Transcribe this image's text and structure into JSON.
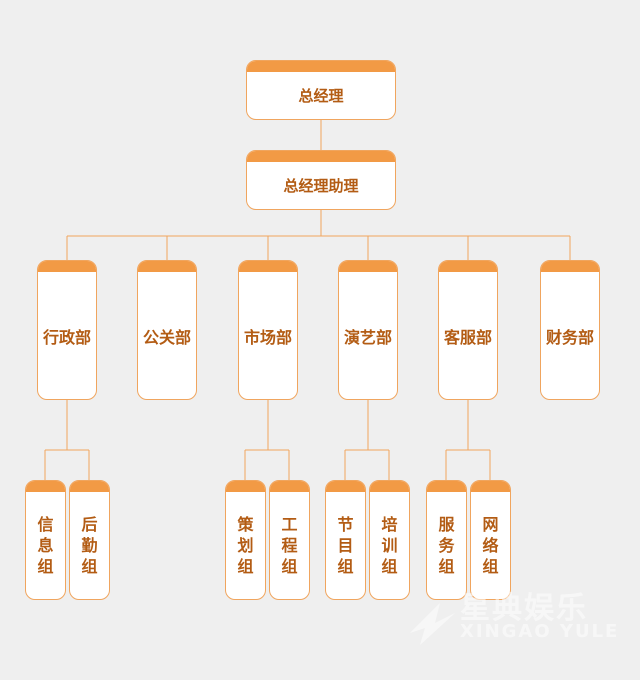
{
  "top": "总经理",
  "assistant": "总经理助理",
  "departments": [
    {
      "id": "admin",
      "label": "行政部",
      "groups": [
        "信息组",
        "后勤组"
      ]
    },
    {
      "id": "pr",
      "label": "公关部",
      "groups": []
    },
    {
      "id": "market",
      "label": "市场部",
      "groups": [
        "策划组",
        "工程组"
      ]
    },
    {
      "id": "perform",
      "label": "演艺部",
      "groups": [
        "节目组",
        "培训组"
      ]
    },
    {
      "id": "service",
      "label": "客服部",
      "groups": [
        "服务组",
        "网络组"
      ]
    },
    {
      "id": "finance",
      "label": "财务部",
      "groups": []
    }
  ],
  "watermark": {
    "title": "星典娱乐",
    "subtitle": "XINGAO YULE"
  },
  "colors": {
    "band": "#f29a45",
    "border": "#f0a55e",
    "line": "#f0a55e",
    "text": "#b35c14",
    "background": "#efefef"
  }
}
